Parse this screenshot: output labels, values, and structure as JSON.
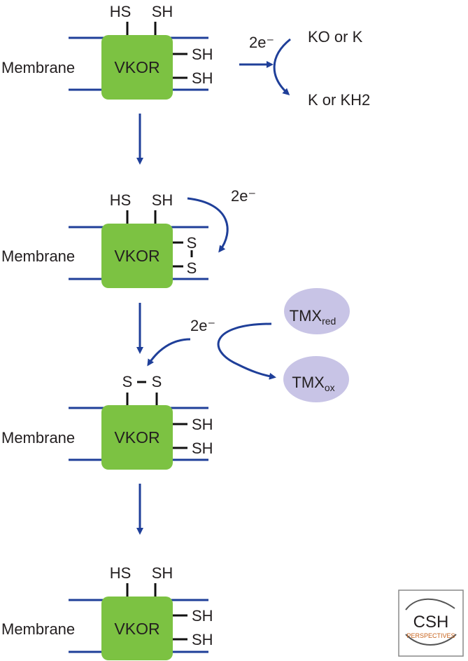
{
  "diagram": {
    "states": [
      {
        "membrane_label": "Membrane",
        "enzyme_label": "VKOR",
        "top_left": "HS",
        "top_right": "SH",
        "side_upper": "SH",
        "side_lower": "SH"
      },
      {
        "membrane_label": "Membrane",
        "enzyme_label": "VKOR",
        "top_left": "HS",
        "top_right": "SH",
        "side_upper": "S",
        "side_lower": "S"
      },
      {
        "membrane_label": "Membrane",
        "enzyme_label": "VKOR",
        "top_left": "S",
        "top_right": "S",
        "side_upper": "SH",
        "side_lower": "SH"
      },
      {
        "membrane_label": "Membrane",
        "enzyme_label": "VKOR",
        "top_left": "HS",
        "top_right": "SH",
        "side_upper": "SH",
        "side_lower": "SH"
      }
    ],
    "reaction1": {
      "electrons": "2e⁻",
      "substrate": "KO or K",
      "product": "K or KH2"
    },
    "transfer2": {
      "electrons": "2e⁻"
    },
    "transfer3": {
      "electrons": "2e⁻",
      "donor_base": "TMX",
      "donor_sub": "red",
      "acceptor_base": "TMX",
      "acceptor_sub": "ox"
    },
    "logo": {
      "top": "CSH",
      "bottom": "PERSPECTIVES"
    },
    "colors": {
      "enzyme": "#7cc242",
      "membrane": "#1f3f99",
      "arrow": "#1f3f99",
      "tmx": "#c8c4e6",
      "logo_text": "#c8641e"
    }
  }
}
